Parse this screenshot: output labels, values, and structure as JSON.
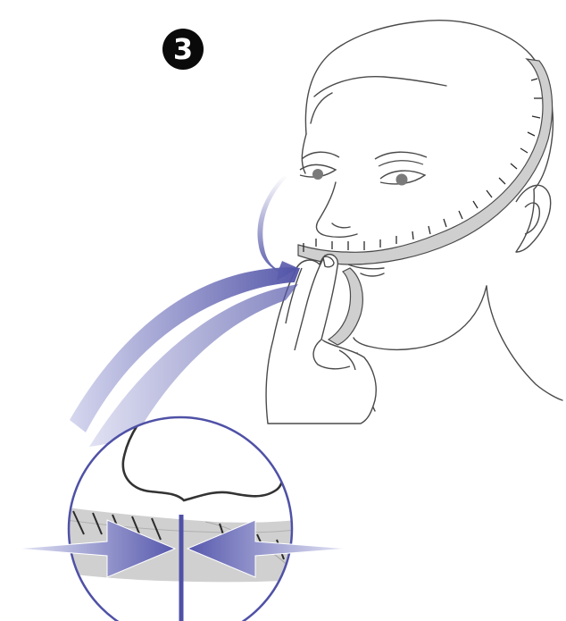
{
  "step": {
    "number": "3"
  },
  "colors": {
    "accent": "#4f51a6",
    "accent_light": "#c9cae8",
    "tape_gray": "#cfcfcf",
    "line": "#3a3a3a",
    "badge": "#0a0a0a"
  },
  "icons": {
    "step_badge": "step-number-badge",
    "callout": "magnifier-callout",
    "measure_arrows": "converging-arrows-icon"
  }
}
